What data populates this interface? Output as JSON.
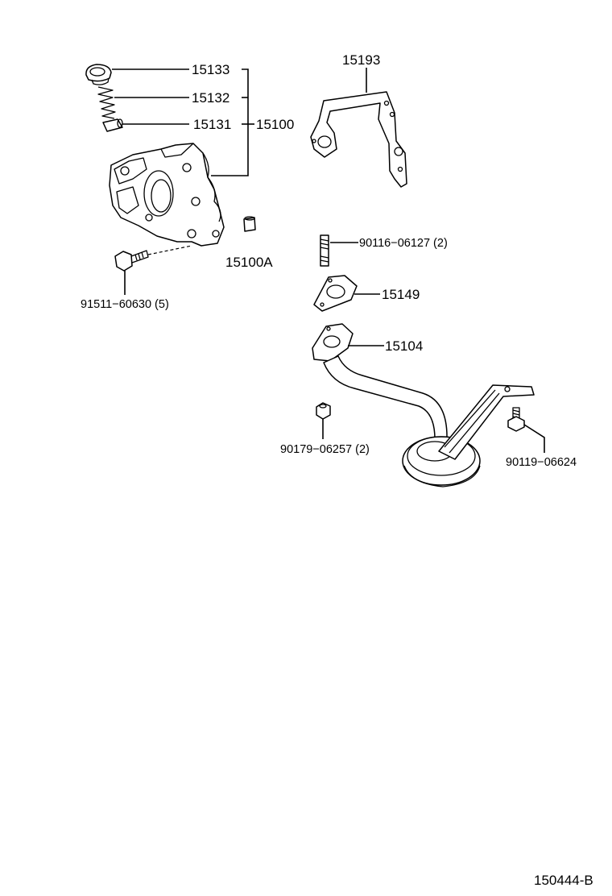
{
  "diagram_id": "150444-B",
  "labels": {
    "p15133": "15133",
    "p15132": "15132",
    "p15131": "15131",
    "p15100": "15100",
    "p15193": "15193",
    "p15100A": "15100A",
    "p90116": "90116−06127 (2)",
    "p15149": "15149",
    "p91511": "91511−60630 (5)",
    "p15104": "15104",
    "p90179": "90179−06257 (2)",
    "p90119": "90119−06624"
  }
}
